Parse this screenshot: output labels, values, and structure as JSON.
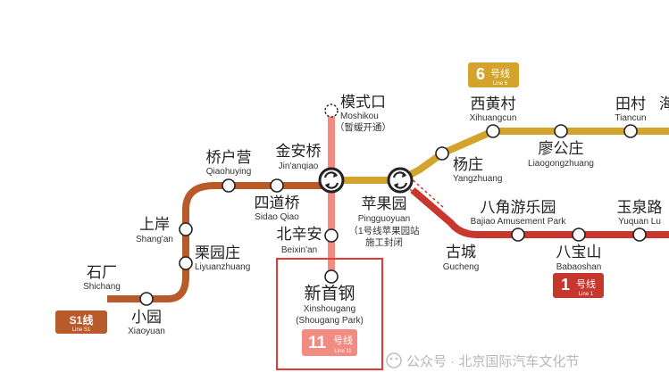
{
  "lines": {
    "s1": {
      "label": "S1线",
      "en": "Line S1",
      "color": "#b85a2a"
    },
    "l6": {
      "label_num": "6",
      "label_suffix": "号线",
      "en": "Line 6",
      "color": "#d4a32b"
    },
    "l1": {
      "label_num": "1",
      "label_suffix": "号线",
      "en": "Line 1",
      "color": "#c8372d"
    },
    "l11": {
      "label_num": "11",
      "label_suffix": "号线",
      "en": "Line 11",
      "color": "#f28b82"
    }
  },
  "stations": {
    "shichang": {
      "zh": "石厂",
      "en": "Shichang"
    },
    "xiaoyuan": {
      "zh": "小园",
      "en": "Xiaoyuan"
    },
    "liyuanzhuang": {
      "zh": "栗园庄",
      "en": "Liyuanzhuang"
    },
    "shangan": {
      "zh": "上岸",
      "en": "Shang'an"
    },
    "qiaohuying": {
      "zh": "桥户营",
      "en": "Qiaohuying"
    },
    "sidaoqiao": {
      "zh": "四道桥",
      "en": "Sidao Qiao"
    },
    "jinanqiao": {
      "zh": "金安桥",
      "en": "Jin'anqiao"
    },
    "moshikou": {
      "zh": "模式口",
      "en": "Moshikou",
      "note": "（暂缓开通）"
    },
    "beixinan": {
      "zh": "北辛安",
      "en": "Beixin'an"
    },
    "xinshougang": {
      "zh": "新首钢",
      "en": "Xinshougang",
      "en2": "(Shougang Park)"
    },
    "pingguoyuan": {
      "zh": "苹果园",
      "en": "Pingguoyuan",
      "note1": "（1号线苹果园站",
      "note2": "施工封闭"
    },
    "yangzhuang": {
      "zh": "杨庄",
      "en": "Yangzhuang"
    },
    "xihuangcun": {
      "zh": "西黄村",
      "en": "Xihuangcun"
    },
    "liaogongzhuang": {
      "zh": "廖公庄",
      "en": "Liaogongzhuang"
    },
    "tiancun": {
      "zh": "田村",
      "en": "Tiancun"
    },
    "haidian": {
      "zh": "海",
      "en": ""
    },
    "gucheng": {
      "zh": "古城",
      "en": "Gucheng"
    },
    "bajiao": {
      "zh": "八角游乐园",
      "en": "Bajiao Amusement Park"
    },
    "babaoshan": {
      "zh": "八宝山",
      "en": "Babaoshan"
    },
    "yuquanlu": {
      "zh": "玉泉路",
      "en": "Yuquan Lu"
    }
  },
  "watermark": {
    "text": "公众号 · 北京国际汽车文化节"
  }
}
